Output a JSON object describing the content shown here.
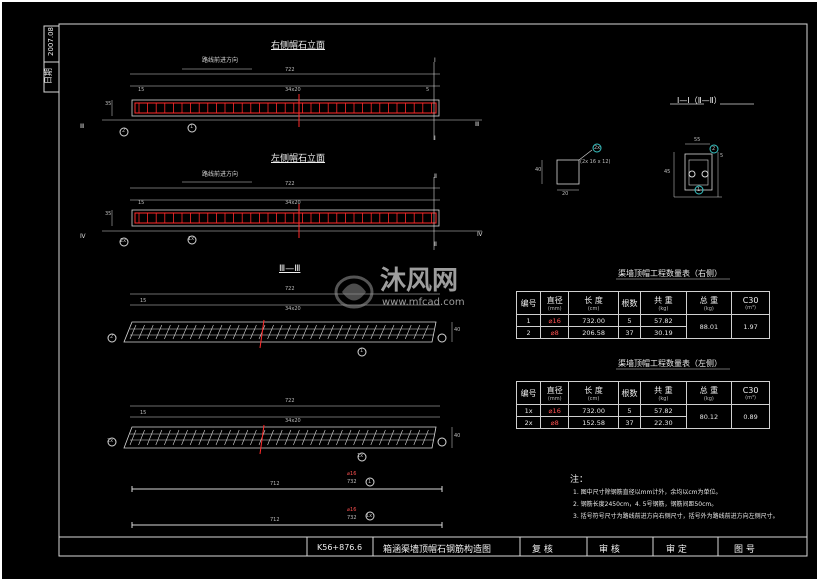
{
  "side_box": {
    "date_label": "日期",
    "date_value": "2007.08"
  },
  "view_titles": {
    "right_elev": "右侧帽石立面",
    "left_elev": "左侧帽石立面",
    "section_3": "Ⅲ—Ⅲ",
    "section_1": "Ⅰ—Ⅰ（Ⅱ—Ⅱ）"
  },
  "elevation": {
    "direction": "路线前进方向",
    "total": "722",
    "spacing": "34x20",
    "end": "15",
    "end_r": "5",
    "h1": "35",
    "h2": "35",
    "bar1": "1",
    "bar2": "2",
    "bar1x": "1x",
    "bar2x": "2x",
    "mark_I": "Ⅰ",
    "mark_II": "Ⅱ",
    "mark_III": "Ⅲ",
    "mark_IV": "Ⅳ"
  },
  "section_plan": {
    "total": "722",
    "spacing": "34x20",
    "end": "15",
    "depth": "40",
    "bar1": "1",
    "bar2": "2",
    "bar1x": "1x",
    "bar2x": "2x"
  },
  "bar_details": [
    {
      "label": "712",
      "dia": "⌀16",
      "len": "732",
      "num": "1"
    },
    {
      "label": "712",
      "dia": "⌀16",
      "len": "732",
      "num": "1x"
    }
  ],
  "bar2_detail": {
    "dims": "40",
    "dims2": "20",
    "num": "2x",
    "note": "(2x 16 x 12)"
  },
  "section_detail": {
    "w": "55",
    "h": "45",
    "cover": "5",
    "num1": "1",
    "num2": "2"
  },
  "table_right": {
    "title": "渠墙顶帽工程数量表（右侧）",
    "headers": [
      {
        "main": "编号",
        "sub": ""
      },
      {
        "main": "直径",
        "sub": "(mm)"
      },
      {
        "main": "长 度",
        "sub": "(cm)"
      },
      {
        "main": "根数",
        "sub": ""
      },
      {
        "main": "共 重",
        "sub": "(kg)"
      },
      {
        "main": "总 重",
        "sub": "(kg)"
      },
      {
        "main": "C30",
        "sub": "(m³)"
      }
    ],
    "rows": [
      {
        "no": "1",
        "dia": "⌀16",
        "len": "732.00",
        "num": "5",
        "wt": "57.82"
      },
      {
        "no": "2",
        "dia": "⌀8",
        "len": "206.58",
        "num": "37",
        "wt": "30.19"
      }
    ],
    "total": "88.01",
    "concrete": "1.97"
  },
  "table_left": {
    "title": "渠墙顶帽工程数量表（左侧）",
    "headers": [
      {
        "main": "编号",
        "sub": ""
      },
      {
        "main": "直径",
        "sub": "(mm)"
      },
      {
        "main": "长 度",
        "sub": "(cm)"
      },
      {
        "main": "根数",
        "sub": ""
      },
      {
        "main": "共 重",
        "sub": "(kg)"
      },
      {
        "main": "总 重",
        "sub": "(kg)"
      },
      {
        "main": "C30",
        "sub": "(m³)"
      }
    ],
    "rows": [
      {
        "no": "1x",
        "dia": "⌀16",
        "len": "732.00",
        "num": "5",
        "wt": "57.82"
      },
      {
        "no": "2x",
        "dia": "⌀8",
        "len": "152.58",
        "num": "37",
        "wt": "22.30"
      }
    ],
    "total": "80.12",
    "concrete": "0.89"
  },
  "notes": {
    "title": "注：",
    "lines": [
      "1. 图中尺寸除钢筋直径以mm计外，余均以cm为单位。",
      "2. 钢筋长度2450cm，4. 5号钢筋，钢筋间距50cm。",
      "3. 括号符号尺寸为路线前进方向右侧尺寸，括号外为路线前进方向左侧尺寸。"
    ]
  },
  "title_block": {
    "station": "K56+876.6",
    "drawing": "箱涵渠墙顶帽石钢筋构造图",
    "review": "复 核",
    "check": "审 核",
    "approve": "审 定",
    "drawing_no": "图 号"
  },
  "watermark": {
    "cn": "沐风网",
    "url": "www.mfcad.com"
  },
  "colors": {
    "background": "#000000",
    "line": "#d8d8d8",
    "rebar": "#ff2a2a",
    "accent": "#39c6c6"
  }
}
